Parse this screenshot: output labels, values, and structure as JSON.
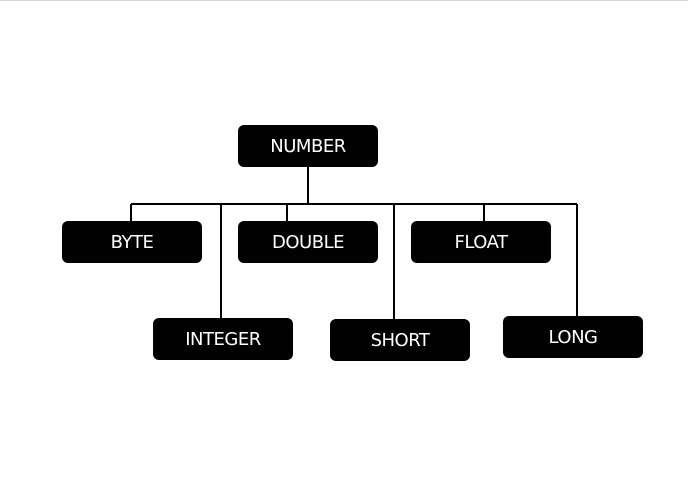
{
  "diagram": {
    "root": {
      "label": "NUMBER"
    },
    "children": [
      {
        "id": "byte",
        "label": "BYTE"
      },
      {
        "id": "double",
        "label": "DOUBLE"
      },
      {
        "id": "float",
        "label": "FLOAT"
      },
      {
        "id": "integer",
        "label": "INTEGER"
      },
      {
        "id": "short",
        "label": "SHORT"
      },
      {
        "id": "long",
        "label": "LONG"
      }
    ],
    "colors": {
      "node_fill": "#000000",
      "node_text": "#ffffff",
      "connector": "#000000",
      "background": "#ffffff"
    }
  }
}
